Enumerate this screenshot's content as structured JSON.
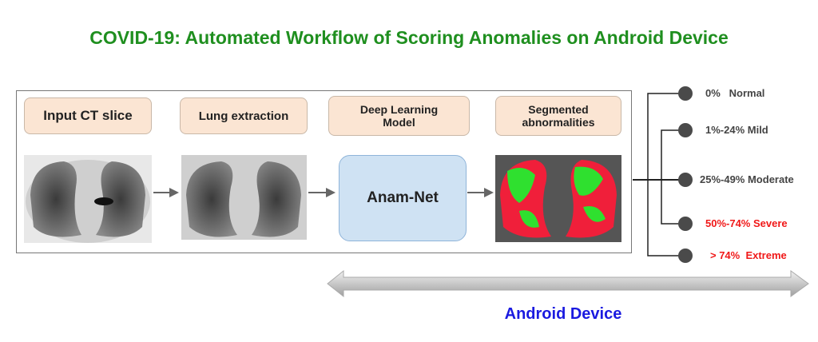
{
  "title": "COVID-19: Automated Workflow of Scoring Anomalies on Android Device",
  "steps": [
    {
      "label": "Input CT slice"
    },
    {
      "label": "Lung extraction"
    },
    {
      "label": "Deep Learning Model"
    },
    {
      "label": "Segmented abnormalities"
    }
  ],
  "model_name": "Anam-Net",
  "categories": [
    {
      "label": "0%   Normal",
      "color": "#444444"
    },
    {
      "label": "1%-24% Mild",
      "color": "#444444"
    },
    {
      "label": "25%-49% Moderate",
      "color": "#444444"
    },
    {
      "label": "50%-74% Severe",
      "color": "#f01818"
    },
    {
      "label": "> 74%  Extreme",
      "color": "#f01818"
    }
  ],
  "platform_label": "Android Device"
}
